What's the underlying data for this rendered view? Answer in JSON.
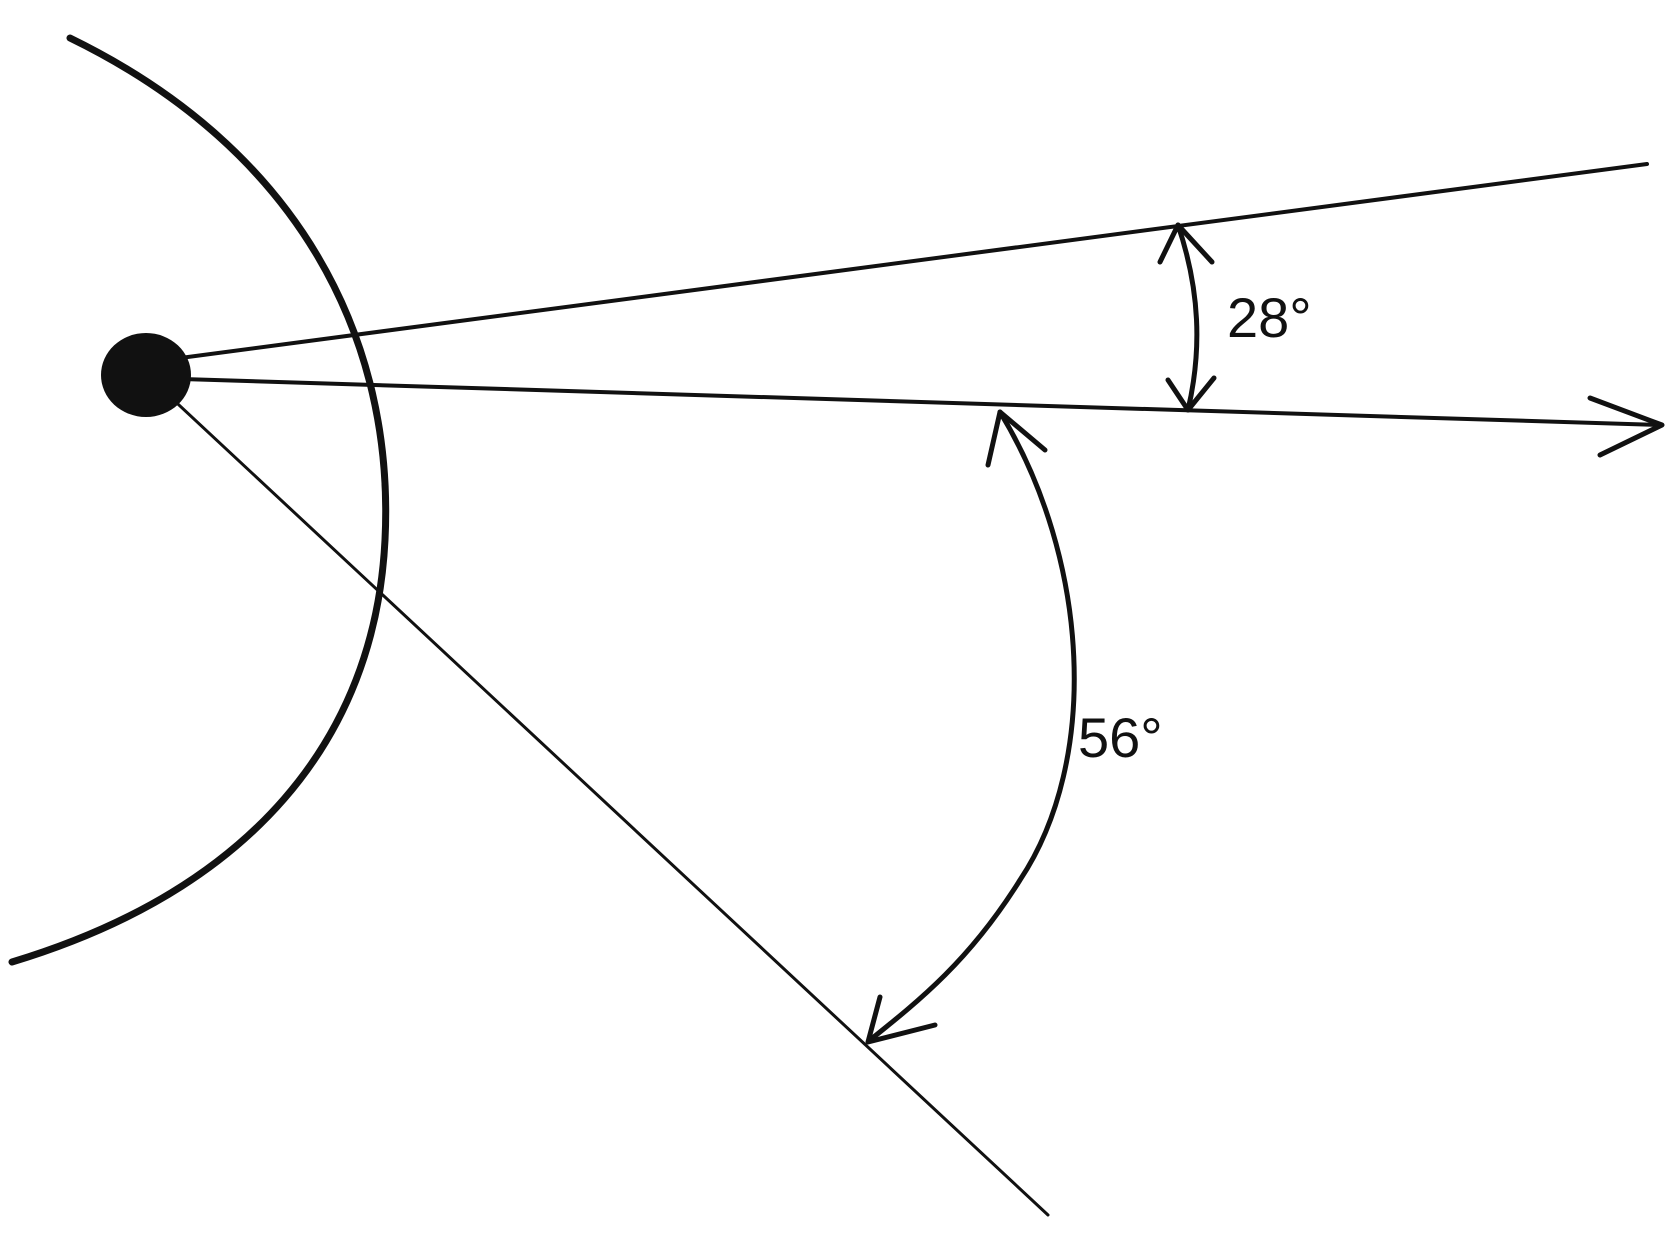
{
  "diagram": {
    "angles": [
      {
        "id": "upper",
        "label": "28°",
        "value_deg": 28
      },
      {
        "id": "lower",
        "label": "56°",
        "value_deg": 56
      }
    ],
    "colors": {
      "stroke": "#111111",
      "background": "#ffffff"
    }
  }
}
